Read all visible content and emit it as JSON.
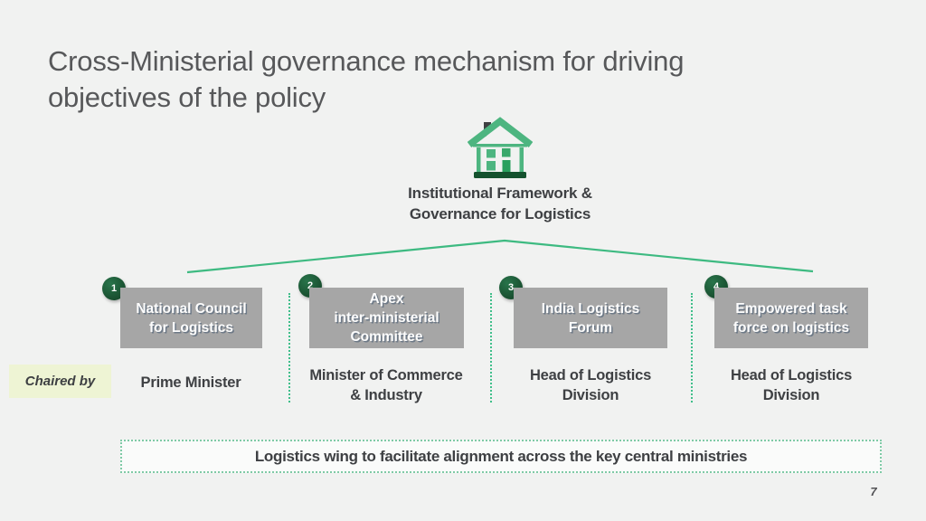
{
  "slide": {
    "title": "Cross-Ministerial governance mechanism for driving\nobjectives of the policy",
    "page_number": "7"
  },
  "framework": {
    "icon": "house-icon",
    "heading": "Institutional Framework &\nGovernance for Logistics"
  },
  "chaired_by_label": "Chaired by",
  "columns": [
    {
      "number": "1",
      "body": "National Council\nfor Logistics",
      "chair": "Prime Minister"
    },
    {
      "number": "2",
      "body": "Apex\ninter-ministerial\nCommittee",
      "chair": "Minister of Commerce\n& Industry"
    },
    {
      "number": "3",
      "body": "India Logistics\nForum",
      "chair": "Head of Logistics\nDivision"
    },
    {
      "number": "4",
      "body": "Empowered task\nforce on logistics",
      "chair": "Head of Logistics\nDivision"
    }
  ],
  "footer_note": "Logistics wing to facilitate alignment across the key central ministries",
  "colors": {
    "background": "#f1f2f1",
    "accent_green": "#3dba81",
    "dark_green": "#14522e",
    "box_gray": "#a6a6a6",
    "badge_green": "#1a5a34",
    "highlight_yellow_green": "#eef4d4",
    "title_gray": "#57585a",
    "text_dark": "#3e4043"
  }
}
